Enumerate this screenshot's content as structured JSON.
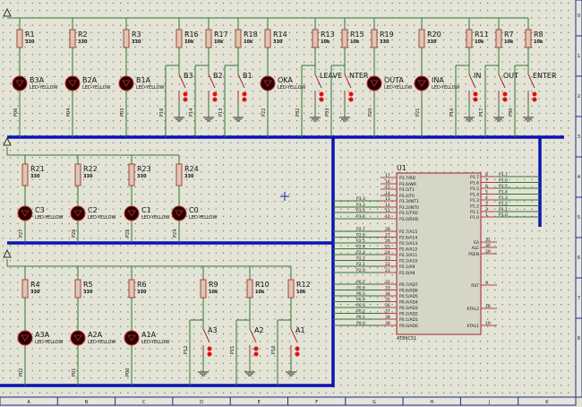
{
  "colors": {
    "background": "#e3e3d6",
    "wire": "#2f7a2f",
    "bus": "#0a14b4",
    "component": "#b04040",
    "led": "#2a0000",
    "border": "#1e2a8a"
  },
  "border": {
    "columns": [
      "A",
      "B",
      "C",
      "D",
      "E",
      "F",
      "G",
      "H",
      "J",
      "K"
    ],
    "rows": [
      "0",
      "1",
      "2",
      "3",
      "4",
      "5",
      "6",
      "7",
      "8"
    ]
  },
  "top_row": {
    "resistors": [
      {
        "name": "R1",
        "value": "330"
      },
      {
        "name": "R2",
        "value": "330"
      },
      {
        "name": "R3",
        "value": "330"
      },
      {
        "name": "R16",
        "value": "10k"
      },
      {
        "name": "R17",
        "value": "10k"
      },
      {
        "name": "R18",
        "value": "10k"
      },
      {
        "name": "R14",
        "value": "330"
      },
      {
        "name": "R13",
        "value": "10k"
      },
      {
        "name": "R15",
        "value": "10k"
      },
      {
        "name": "R19",
        "value": "330"
      },
      {
        "name": "R20",
        "value": "330"
      },
      {
        "name": "R11",
        "value": "10k"
      },
      {
        "name": "R7",
        "value": "10k"
      },
      {
        "name": "R8",
        "value": "10k"
      }
    ],
    "parts": [
      {
        "type": "led",
        "label": "B3A",
        "model": "LED-YELLOW",
        "pin": "P06"
      },
      {
        "type": "led",
        "label": "B2A",
        "model": "LED-YELLOW",
        "pin": "P04"
      },
      {
        "type": "led",
        "label": "B1A",
        "model": "LED-YELLOW",
        "pin": "P03"
      },
      {
        "type": "switch",
        "label": "B3",
        "pin": "P16"
      },
      {
        "type": "switch",
        "label": "B2",
        "pin": "P14"
      },
      {
        "type": "switch",
        "label": "B1",
        "pin": "P13"
      },
      {
        "type": "led",
        "label": "OKA",
        "model": "LED-YELLOW",
        "pin": "P22"
      },
      {
        "type": "switch",
        "label": "LEAVE",
        "pin": "P32"
      },
      {
        "type": "switch",
        "label": "NTER",
        "pin": "P33"
      },
      {
        "type": "led",
        "label": "OUTA",
        "model": "LED-YELLOW",
        "pin": "P20"
      },
      {
        "type": "led",
        "label": "INA",
        "model": "LED-YELLOW",
        "pin": "P21"
      },
      {
        "type": "switch",
        "label": "IN",
        "pin": "P16"
      },
      {
        "type": "switch",
        "label": "OUT",
        "pin": "P17"
      },
      {
        "type": "switch",
        "label": "ENTER",
        "pin": "P30"
      }
    ]
  },
  "middle_row": {
    "resistors": [
      {
        "name": "R21",
        "value": "330"
      },
      {
        "name": "R22",
        "value": "330"
      },
      {
        "name": "R23",
        "value": "330"
      },
      {
        "name": "R24",
        "value": "330"
      }
    ],
    "parts": [
      {
        "type": "led",
        "label": "C3",
        "model": "LED-YELLOW",
        "pin": "P27"
      },
      {
        "type": "led",
        "label": "C2",
        "model": "LED-YELLOW",
        "pin": "P26"
      },
      {
        "type": "led",
        "label": "C1",
        "model": "LED-YELLOW",
        "pin": "P25"
      },
      {
        "type": "led",
        "label": "C0",
        "model": "LED-YELLOW",
        "pin": "P24"
      }
    ]
  },
  "bottom_row": {
    "resistors": [
      {
        "name": "R4",
        "value": "330"
      },
      {
        "name": "R5",
        "value": "330"
      },
      {
        "name": "R6",
        "value": "330"
      },
      {
        "name": "R9",
        "value": "10k"
      },
      {
        "name": "R10",
        "value": "10k"
      },
      {
        "name": "R12",
        "value": "10k"
      }
    ],
    "parts": [
      {
        "type": "led",
        "label": "A3A",
        "model": "LED-YELLOW",
        "pin": "P02"
      },
      {
        "type": "led",
        "label": "A2A",
        "model": "LED-YELLOW",
        "pin": "P01"
      },
      {
        "type": "led",
        "label": "A1A",
        "model": "LED-YELLOW",
        "pin": "P00"
      },
      {
        "type": "switch",
        "label": "A3",
        "pin": "P12"
      },
      {
        "type": "switch",
        "label": "A2",
        "pin": "P11"
      },
      {
        "type": "switch",
        "label": "A1",
        "pin": "P10"
      }
    ]
  },
  "mcu": {
    "ref": "U1",
    "part": "AT89C51",
    "left_pins": [
      {
        "num": "17",
        "name": "P3.7/RD",
        "net": ""
      },
      {
        "num": "16",
        "name": "P3.6/WR",
        "net": ""
      },
      {
        "num": "15",
        "name": "P3.5/T1",
        "net": ""
      },
      {
        "num": "14",
        "name": "P3.4/T0",
        "net": ""
      },
      {
        "num": "13",
        "name": "P3.3/INT1",
        "net": "P3.3"
      },
      {
        "num": "12",
        "name": "P3.2/INT0",
        "net": "P3.2"
      },
      {
        "num": "11",
        "name": "P3.1/TXD",
        "net": "P3.1"
      },
      {
        "num": "10",
        "name": "P3.0/RXD",
        "net": "P3.0"
      },
      {
        "num": "28",
        "name": "P2.7/A15",
        "net": "P2.7"
      },
      {
        "num": "27",
        "name": "P2.6/A14",
        "net": "P2.6"
      },
      {
        "num": "26",
        "name": "P2.5/A13",
        "net": "P2.5"
      },
      {
        "num": "25",
        "name": "P2.4/A12",
        "net": "P2.4"
      },
      {
        "num": "24",
        "name": "P2.3/A11",
        "net": "P2.3"
      },
      {
        "num": "23",
        "name": "P2.2/A10",
        "net": "P2.2"
      },
      {
        "num": "22",
        "name": "P2.1/A9",
        "net": "P2.1"
      },
      {
        "num": "21",
        "name": "P2.0/A8",
        "net": "P2.0"
      },
      {
        "num": "32",
        "name": "P0.7/AD7",
        "net": "P0.7"
      },
      {
        "num": "33",
        "name": "P0.6/AD6",
        "net": "P0.6"
      },
      {
        "num": "34",
        "name": "P0.5/AD5",
        "net": "P0.5"
      },
      {
        "num": "35",
        "name": "P0.4/AD4",
        "net": "P0.4"
      },
      {
        "num": "36",
        "name": "P0.3/AD3",
        "net": "P0.3"
      },
      {
        "num": "37",
        "name": "P0.2/AD2",
        "net": "P0.2"
      },
      {
        "num": "38",
        "name": "P0.1/AD1",
        "net": "P0.1"
      },
      {
        "num": "39",
        "name": "P0.0/AD0",
        "net": "P0.0"
      }
    ],
    "right_pins": [
      {
        "num": "8",
        "name": "P1.7",
        "net": "P1.7"
      },
      {
        "num": "7",
        "name": "P1.6",
        "net": "P1.6"
      },
      {
        "num": "6",
        "name": "P1.5",
        "net": "P1.5"
      },
      {
        "num": "5",
        "name": "P1.4",
        "net": "P1.4"
      },
      {
        "num": "4",
        "name": "P1.3",
        "net": "P1.3"
      },
      {
        "num": "3",
        "name": "P1.2",
        "net": "P1.2"
      },
      {
        "num": "2",
        "name": "P1.1",
        "net": "P1.1"
      },
      {
        "num": "1",
        "name": "P1.0",
        "net": "P1.0"
      },
      {
        "num": "31",
        "name": "EA",
        "net": ""
      },
      {
        "num": "30",
        "name": "ALE",
        "net": ""
      },
      {
        "num": "29",
        "name": "PSEN",
        "net": ""
      },
      {
        "num": "9",
        "name": "RST",
        "net": ""
      },
      {
        "num": "18",
        "name": "XTAL2",
        "net": ""
      },
      {
        "num": "19",
        "name": "XTAL1",
        "net": ""
      }
    ]
  }
}
